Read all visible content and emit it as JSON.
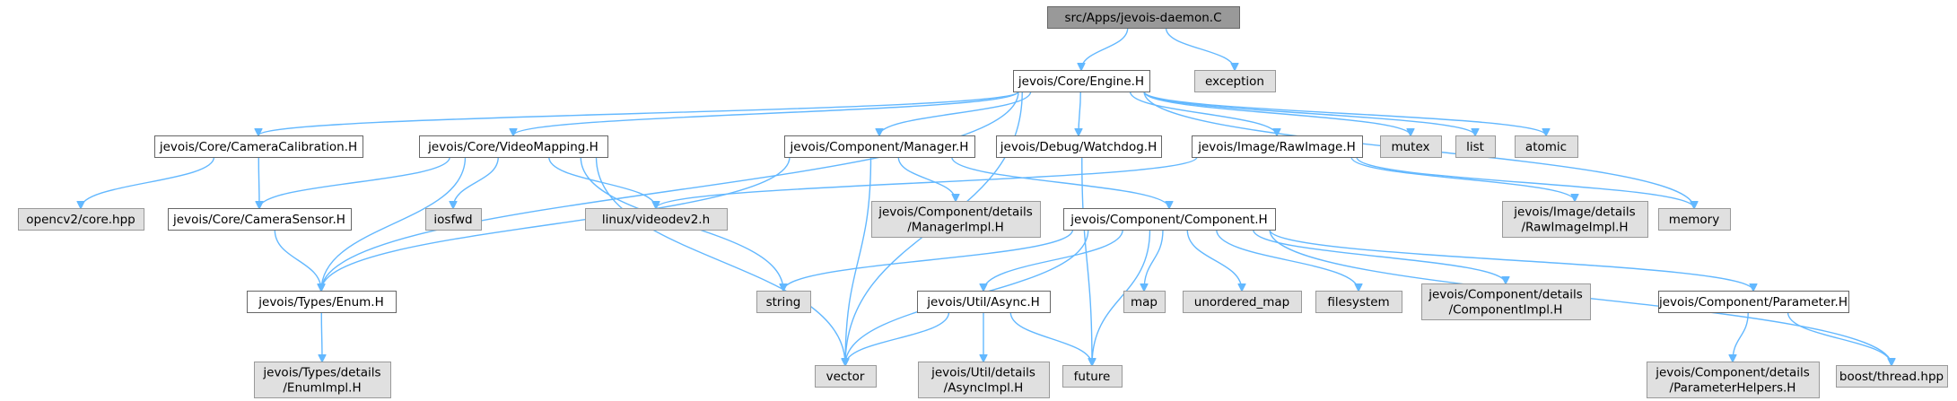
{
  "colors": {
    "root_fill": "#999999",
    "root_border": "#666666",
    "project_fill": "#ffffff",
    "project_border": "#666666",
    "external_fill": "#e0e0e0",
    "external_border": "#999999",
    "edge": "#63b8ff"
  },
  "nodes": [
    {
      "id": "daemon",
      "kind": "root",
      "lines": [
        "src/Apps/jevois-daemon.C"
      ]
    },
    {
      "id": "exception",
      "kind": "external",
      "lines": [
        "exception"
      ]
    },
    {
      "id": "engine",
      "kind": "project",
      "lines": [
        "jevois/Core/Engine.H"
      ]
    },
    {
      "id": "camcal",
      "kind": "project",
      "lines": [
        "jevois/Core/CameraCalibration.H"
      ]
    },
    {
      "id": "vidmap",
      "kind": "project",
      "lines": [
        "jevois/Core/VideoMapping.H"
      ]
    },
    {
      "id": "manager",
      "kind": "project",
      "lines": [
        "jevois/Component/Manager.H"
      ]
    },
    {
      "id": "watchdog",
      "kind": "project",
      "lines": [
        "jevois/Debug/Watchdog.H"
      ]
    },
    {
      "id": "rawimage",
      "kind": "project",
      "lines": [
        "jevois/Image/RawImage.H"
      ]
    },
    {
      "id": "mutex",
      "kind": "external",
      "lines": [
        "mutex"
      ]
    },
    {
      "id": "list",
      "kind": "external",
      "lines": [
        "list"
      ]
    },
    {
      "id": "atomic",
      "kind": "external",
      "lines": [
        "atomic"
      ]
    },
    {
      "id": "opencvcore",
      "kind": "external",
      "lines": [
        "opencv2/core.hpp"
      ]
    },
    {
      "id": "camsensor",
      "kind": "project",
      "lines": [
        "jevois/Core/CameraSensor.H"
      ]
    },
    {
      "id": "iosfwd",
      "kind": "external",
      "lines": [
        "iosfwd"
      ]
    },
    {
      "id": "videodev2",
      "kind": "external",
      "lines": [
        "linux/videodev2.h"
      ]
    },
    {
      "id": "managerimpl",
      "kind": "external",
      "lines": [
        "jevois/Component/details",
        "/ManagerImpl.H"
      ]
    },
    {
      "id": "component",
      "kind": "project",
      "lines": [
        "jevois/Component/Component.H"
      ]
    },
    {
      "id": "rawimageimpl",
      "kind": "external",
      "lines": [
        "jevois/Image/details",
        "/RawImageImpl.H"
      ]
    },
    {
      "id": "memory",
      "kind": "external",
      "lines": [
        "memory"
      ]
    },
    {
      "id": "enum",
      "kind": "project",
      "lines": [
        "jevois/Types/Enum.H"
      ]
    },
    {
      "id": "string",
      "kind": "external",
      "lines": [
        "string"
      ]
    },
    {
      "id": "async",
      "kind": "project",
      "lines": [
        "jevois/Util/Async.H"
      ]
    },
    {
      "id": "map",
      "kind": "external",
      "lines": [
        "map"
      ]
    },
    {
      "id": "unordered_map",
      "kind": "external",
      "lines": [
        "unordered_map"
      ]
    },
    {
      "id": "filesystem",
      "kind": "external",
      "lines": [
        "filesystem"
      ]
    },
    {
      "id": "componentimpl",
      "kind": "external",
      "lines": [
        "jevois/Component/details",
        "/ComponentImpl.H"
      ]
    },
    {
      "id": "parameter",
      "kind": "project",
      "lines": [
        "jevois/Component/Parameter.H"
      ]
    },
    {
      "id": "enumimpl",
      "kind": "external",
      "lines": [
        "jevois/Types/details",
        "/EnumImpl.H"
      ]
    },
    {
      "id": "vector",
      "kind": "external",
      "lines": [
        "vector"
      ]
    },
    {
      "id": "asyncimpl",
      "kind": "external",
      "lines": [
        "jevois/Util/details",
        "/AsyncImpl.H"
      ]
    },
    {
      "id": "future",
      "kind": "external",
      "lines": [
        "future"
      ]
    },
    {
      "id": "paramhelpers",
      "kind": "external",
      "lines": [
        "jevois/Component/details",
        "/ParameterHelpers.H"
      ]
    },
    {
      "id": "boostthread",
      "kind": "external",
      "lines": [
        "boost/thread.hpp"
      ]
    }
  ],
  "edges": [
    {
      "from": "daemon",
      "to": "engine"
    },
    {
      "from": "daemon",
      "to": "exception"
    },
    {
      "from": "engine",
      "to": "camcal"
    },
    {
      "from": "engine",
      "to": "vidmap"
    },
    {
      "from": "engine",
      "to": "manager"
    },
    {
      "from": "engine",
      "to": "watchdog"
    },
    {
      "from": "engine",
      "to": "rawimage"
    },
    {
      "from": "engine",
      "to": "mutex"
    },
    {
      "from": "engine",
      "to": "list"
    },
    {
      "from": "engine",
      "to": "atomic"
    },
    {
      "from": "engine",
      "to": "memory"
    },
    {
      "from": "engine",
      "to": "enum"
    },
    {
      "from": "engine",
      "to": "vector"
    },
    {
      "from": "camcal",
      "to": "opencvcore"
    },
    {
      "from": "camcal",
      "to": "camsensor"
    },
    {
      "from": "vidmap",
      "to": "camsensor"
    },
    {
      "from": "vidmap",
      "to": "iosfwd"
    },
    {
      "from": "vidmap",
      "to": "videodev2"
    },
    {
      "from": "vidmap",
      "to": "enum"
    },
    {
      "from": "vidmap",
      "to": "string"
    },
    {
      "from": "vidmap",
      "to": "vector"
    },
    {
      "from": "camsensor",
      "to": "enum"
    },
    {
      "from": "manager",
      "to": "managerimpl"
    },
    {
      "from": "manager",
      "to": "component"
    },
    {
      "from": "manager",
      "to": "enum"
    },
    {
      "from": "manager",
      "to": "vector"
    },
    {
      "from": "watchdog",
      "to": "future"
    },
    {
      "from": "rawimage",
      "to": "videodev2"
    },
    {
      "from": "rawimage",
      "to": "rawimageimpl"
    },
    {
      "from": "rawimage",
      "to": "memory"
    },
    {
      "from": "enum",
      "to": "enumimpl"
    },
    {
      "from": "component",
      "to": "string"
    },
    {
      "from": "component",
      "to": "vector"
    },
    {
      "from": "component",
      "to": "async"
    },
    {
      "from": "component",
      "to": "future"
    },
    {
      "from": "component",
      "to": "map"
    },
    {
      "from": "component",
      "to": "unordered_map"
    },
    {
      "from": "component",
      "to": "filesystem"
    },
    {
      "from": "component",
      "to": "componentimpl"
    },
    {
      "from": "component",
      "to": "parameter"
    },
    {
      "from": "component",
      "to": "boostthread"
    },
    {
      "from": "async",
      "to": "vector"
    },
    {
      "from": "async",
      "to": "asyncimpl"
    },
    {
      "from": "async",
      "to": "future"
    },
    {
      "from": "parameter",
      "to": "paramhelpers"
    },
    {
      "from": "parameter",
      "to": "boostthread"
    }
  ]
}
